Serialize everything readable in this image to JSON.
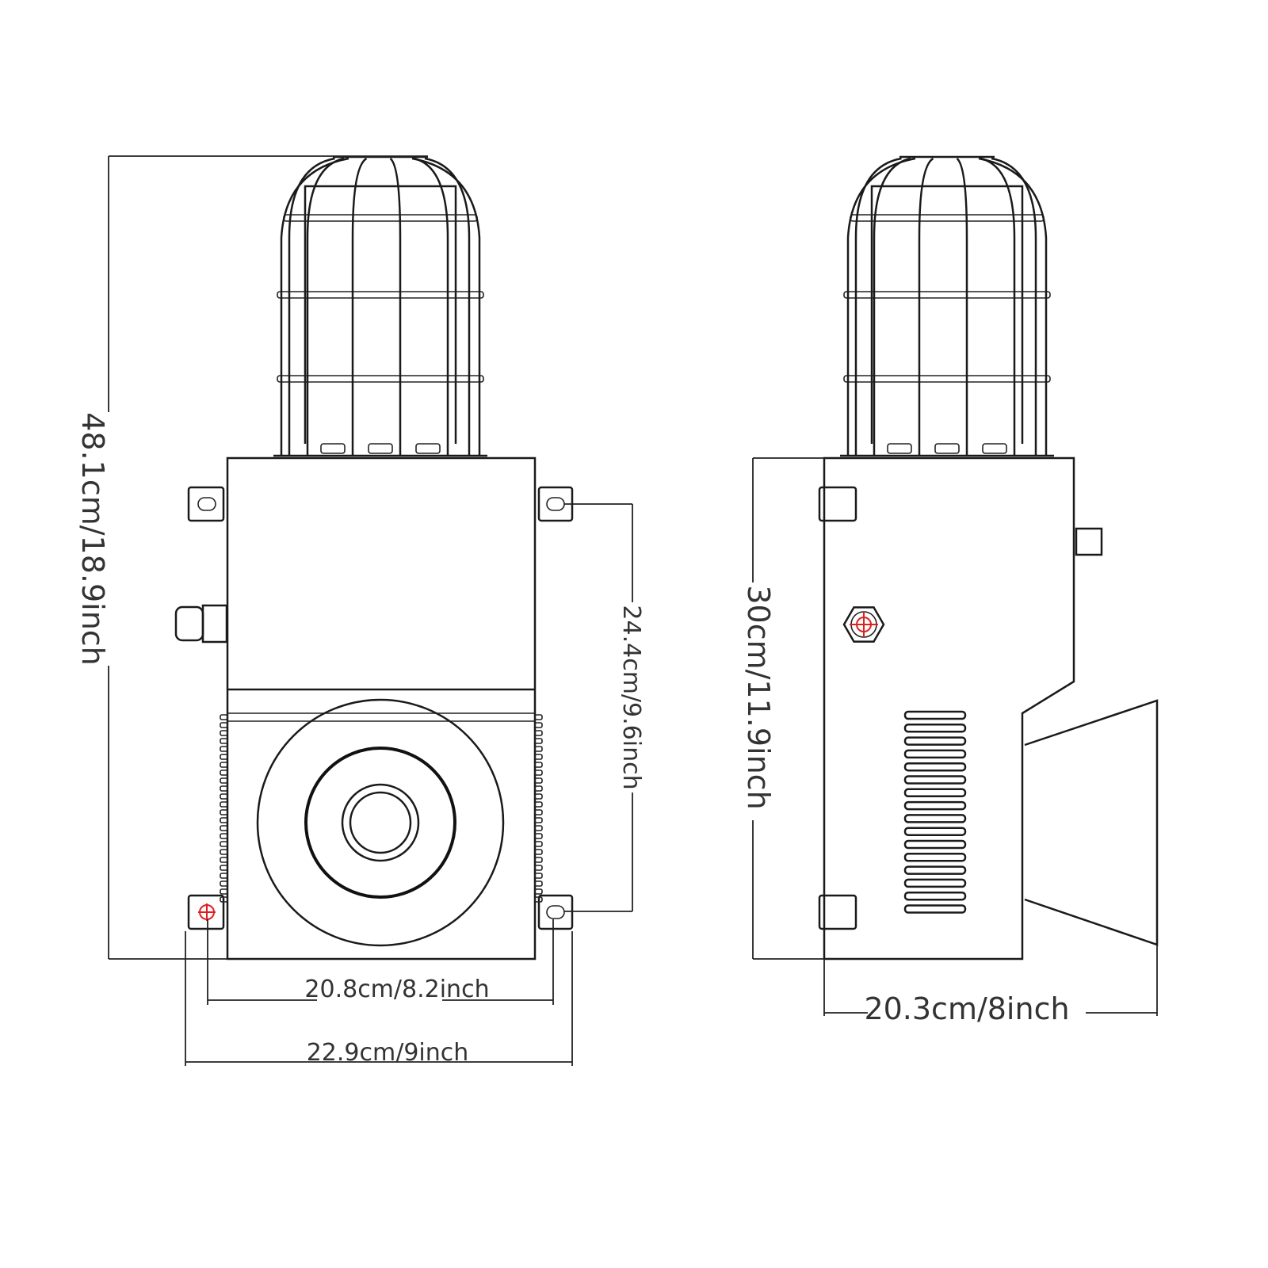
{
  "dimensions": {
    "total_height": "48.1cm/18.9inch",
    "mount_hole_vertical": "24.4cm/9.6inch",
    "mount_hole_horizontal": "20.8cm/8.2inch",
    "overall_width": "22.9cm/9inch",
    "body_height": "30cm/11.9inch",
    "depth": "20.3cm/8inch"
  },
  "colors": {
    "line": "#1a1a1a",
    "marker": "#e02020"
  }
}
